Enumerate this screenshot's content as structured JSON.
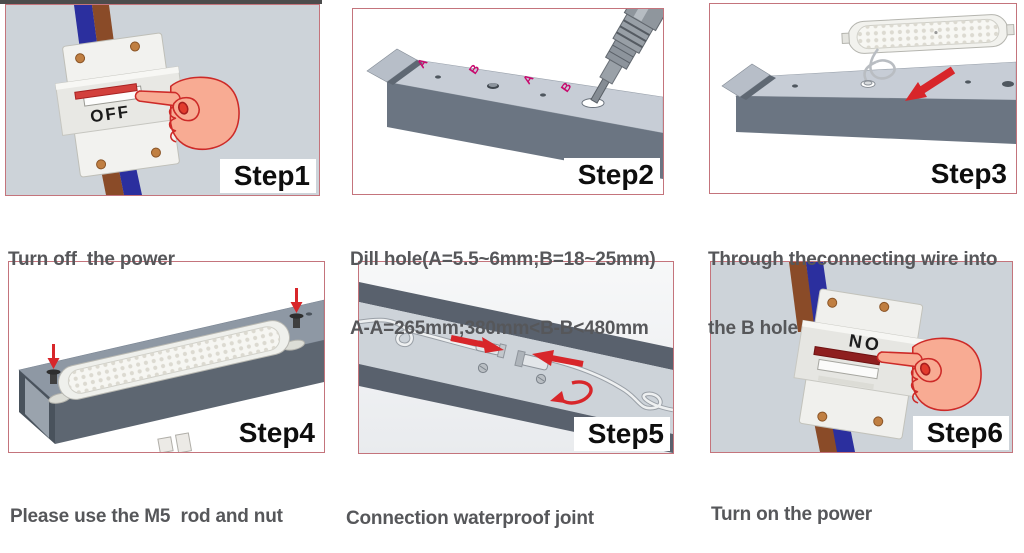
{
  "colors": {
    "panel_border": "#c4747c",
    "caption_text": "#56575a",
    "step_text": "#0e0e0e",
    "red_accent": "#d8262a",
    "magenta_hole_label": "#c80a6e",
    "switch_panel_bg": "#cdd3d9"
  },
  "panels": [
    {
      "id": "step-1",
      "step_label": "Step1",
      "caption_lines": [
        "Turn off  the power"
      ],
      "switch_label": "OFF"
    },
    {
      "id": "step-2",
      "step_label": "Step2",
      "caption_lines": [
        "Dill hole(A=5.5~6mm;B=18~25mm)",
        "A-A=265mm;380mm<B-B<480mm"
      ],
      "hole_labels": [
        "A",
        "B",
        "A",
        "B"
      ]
    },
    {
      "id": "step-3",
      "step_label": "Step3",
      "caption_lines": [
        "Through theconnecting wire into",
        "the B hole"
      ]
    },
    {
      "id": "step-4",
      "step_label": "Step4",
      "caption_lines": [
        "Please use the M5  rod and nut"
      ]
    },
    {
      "id": "step-5",
      "step_label": "Step5",
      "caption_lines": [
        "Connection waterproof joint"
      ]
    },
    {
      "id": "step-6",
      "step_label": "Step6",
      "caption_lines": [
        "Turn on the power"
      ],
      "switch_label": "ON"
    }
  ]
}
